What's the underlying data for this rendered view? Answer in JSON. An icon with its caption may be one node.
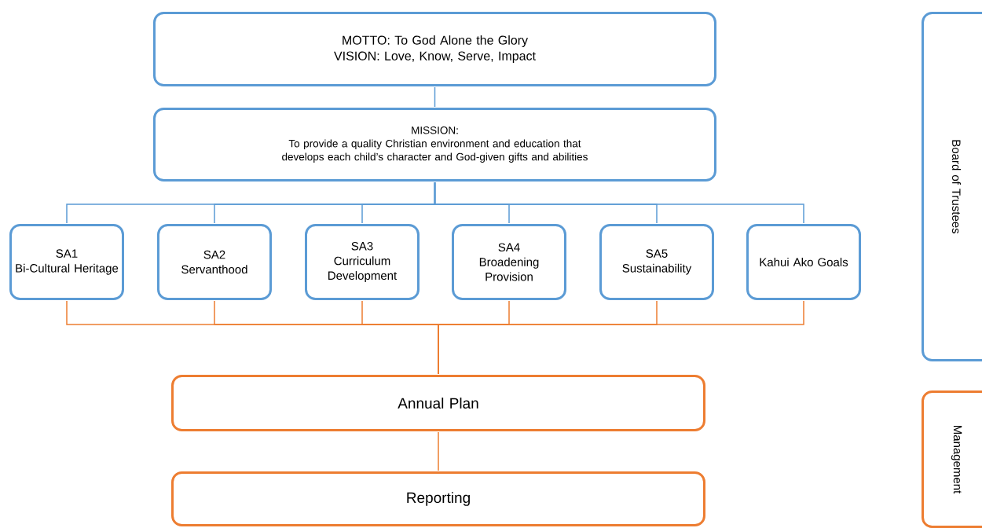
{
  "diagram": {
    "nodes": [
      {
        "text": [
          "MOTTO: To God Alone the Glory",
          "VISION: Love, Know, Serve, Impact"
        ]
      },
      {
        "text": [
          "MISSION:",
          "To provide a quality Christian environment and education that develops each child’s character and God-given gifts and abilities"
        ]
      },
      {
        "text": [
          "SA1",
          "Bi-Cultural Heritage"
        ]
      },
      {
        "text": [
          "SA2",
          "Servanthood"
        ]
      },
      {
        "text": [
          "SA3",
          "Curriculum Development"
        ]
      },
      {
        "text": [
          "SA4",
          "Broadening Provision"
        ]
      },
      {
        "text": [
          "SA5",
          "Sustainability"
        ]
      },
      {
        "text": [
          "Kahui Ako Goals"
        ]
      },
      {
        "text": [
          "Annual Plan"
        ]
      },
      {
        "text": [
          "Reporting"
        ]
      },
      {
        "text": [
          "Board of Trustees"
        ]
      },
      {
        "text": [
          "Management"
        ]
      }
    ],
    "edges": [
      {
        "from": 0,
        "to": 1,
        "arrow": "none"
      },
      {
        "from": 1,
        "to": 2,
        "arrow": "none"
      },
      {
        "from": 1,
        "to": 3,
        "arrow": "none"
      },
      {
        "from": 1,
        "to": 4,
        "arrow": "none"
      },
      {
        "from": 1,
        "to": 5,
        "arrow": "none"
      },
      {
        "from": 1,
        "to": 6,
        "arrow": "none"
      },
      {
        "from": 1,
        "to": 7,
        "arrow": "none"
      },
      {
        "from": 2,
        "to": 8,
        "arrow": "none",
        "color": "#ed7d31"
      },
      {
        "from": 3,
        "to": 8,
        "arrow": "none",
        "color": "#ed7d31"
      },
      {
        "from": 4,
        "to": 8,
        "arrow": "none",
        "color": "#ed7d31"
      },
      {
        "from": 5,
        "to": 8,
        "arrow": "none",
        "color": "#ed7d31"
      },
      {
        "from": 6,
        "to": 8,
        "arrow": "none",
        "color": "#ed7d31"
      },
      {
        "from": 7,
        "to": 8,
        "arrow": "none",
        "color": "#ed7d31"
      },
      {
        "from": 8,
        "to": 9,
        "arrow": "none",
        "color": "#ed7d31"
      }
    ]
  }
}
